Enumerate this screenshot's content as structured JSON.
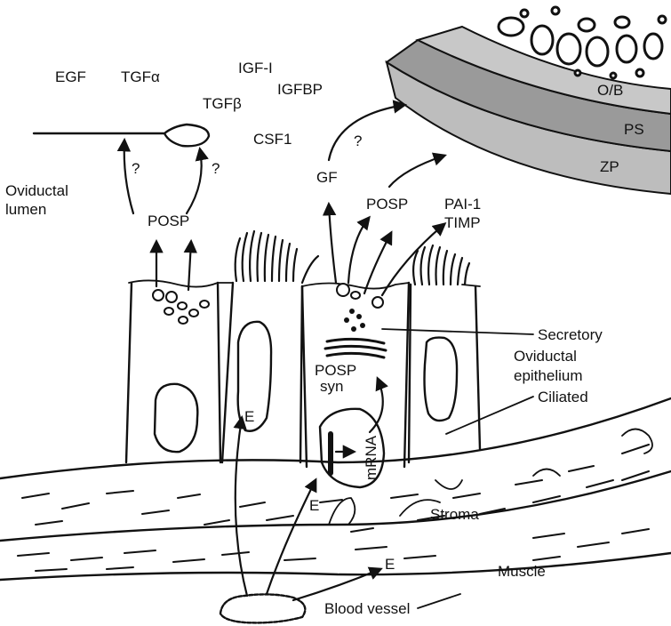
{
  "labels": {
    "egf": "EGF",
    "tgfa": "TGFα",
    "igf1": "IGF-I",
    "igfbp": "IGFBP",
    "tgfb": "TGFβ",
    "csf1": "CSF1",
    "oviductal_lumen_1": "Oviductal",
    "oviductal_lumen_2": "lumen",
    "posp_left": "POSP",
    "q_left_1": "?",
    "q_left_2": "?",
    "gf": "GF",
    "q_mid": "?",
    "posp_mid": "POSP",
    "pai1": "PAI-1",
    "timp": "TIMP",
    "ob": "O/B",
    "ps": "PS",
    "zp": "ZP",
    "secretory": "Secretory",
    "epithelium_1": "Oviductal",
    "epithelium_2": "epithelium",
    "ciliated": "Ciliated",
    "posp_syn_1": "POSP",
    "posp_syn_2": "syn",
    "mrna": "mRNA",
    "e_cell": "E",
    "e_nucleus": "E",
    "e_vessel": "E",
    "stroma": "Stroma",
    "muscle": "Muscle",
    "blood_vessel": "Blood vessel"
  }
}
